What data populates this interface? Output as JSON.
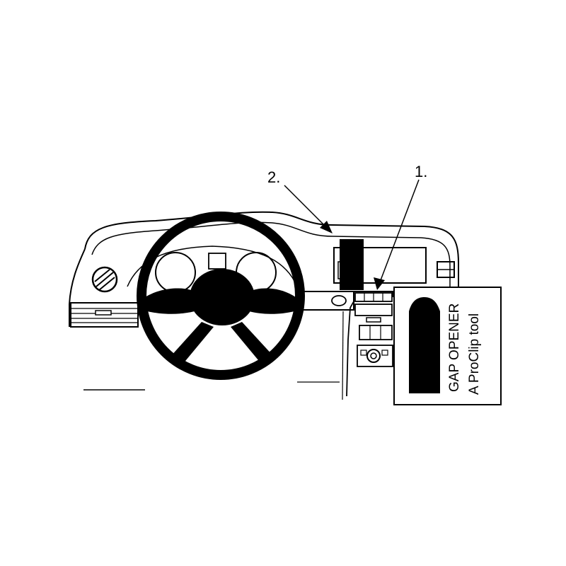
{
  "callouts": {
    "first": "1.",
    "second": "2."
  },
  "tool_box": {
    "line1": "GAP OPENER",
    "line2": "A ProClip tool"
  },
  "colors": {
    "ink": "#000000",
    "paper": "#ffffff"
  }
}
